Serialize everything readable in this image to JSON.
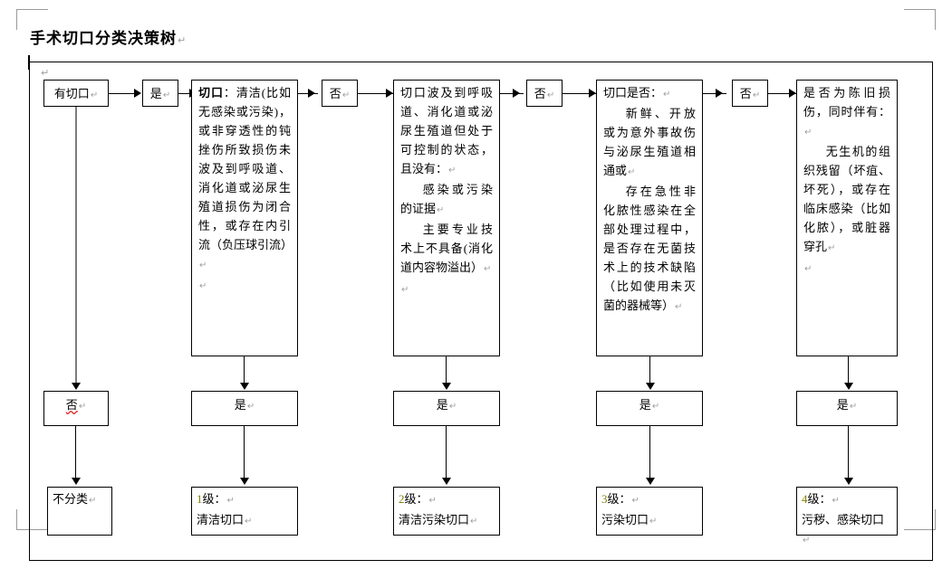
{
  "document": {
    "title": "手术切口分类决策树",
    "paragraph_mark": "↵"
  },
  "flow": {
    "start_node": {
      "label": "有切口",
      "mark": "↵"
    },
    "yes_label": "是",
    "no_label": "否",
    "branch_labels": {
      "start_yes": "是",
      "step1_no": "否",
      "step2_no": "否",
      "step3_no": "否",
      "start_no": "否"
    },
    "criteria": [
      {
        "id": "criterion-1",
        "bold_lead": "切口",
        "paragraphs": [
          {
            "text": "切口：清洁(比如无感染或污染)，或非穿透性的钝挫伤所致损伤未波及到呼吸道、消化道或泌尿生殖道损伤为闭合性，或存在内引流（负压球引流）",
            "indent": false,
            "mark": "↵"
          },
          {
            "text": "",
            "indent": false,
            "mark": "↵"
          }
        ]
      },
      {
        "id": "criterion-2",
        "paragraphs": [
          {
            "text": "切口波及到呼吸道、消化道或泌尿生殖道但处于可控制的状态，且没有：",
            "indent": false,
            "mark": "↵"
          },
          {
            "text": "感染或污染的证据",
            "indent": true,
            "mark": "↵"
          },
          {
            "text": "主要专业技术上不具备(消化道内容物溢出）",
            "indent": true,
            "mark": "↵"
          },
          {
            "text": "",
            "indent": false,
            "mark": "↵"
          }
        ]
      },
      {
        "id": "criterion-3",
        "paragraphs": [
          {
            "text": "切口是否：",
            "indent": false,
            "mark": "↵"
          },
          {
            "text": "新鲜、开放或为意外事故伤与泌尿生殖道相通或",
            "indent": true,
            "mark": "↵"
          },
          {
            "text": "存在急性非化脓性感染在全部处理过程中，是否存在无菌技术上的技术缺陷（比如使用未灭菌的器械等）",
            "indent": true,
            "mark": "↵"
          }
        ]
      },
      {
        "id": "criterion-4",
        "paragraphs": [
          {
            "text": "是否为陈旧损伤，同时伴有：",
            "indent": false,
            "mark": "↵"
          },
          {
            "text": "无生机的组织残留（坏疽、坏死），或存在临床感染（比如化脓），或脏器穿孔",
            "indent": true,
            "mark": "↵"
          },
          {
            "text": "",
            "indent": false,
            "mark": "↵"
          }
        ]
      }
    ],
    "gates": [
      {
        "id": "gate-no-start",
        "label": "否",
        "spellcheck_error": true,
        "mark": "↵"
      },
      {
        "id": "gate-yes-1",
        "label": "是",
        "spellcheck_error": false,
        "mark": "↵"
      },
      {
        "id": "gate-yes-2",
        "label": "是",
        "spellcheck_error": false,
        "mark": "↵"
      },
      {
        "id": "gate-yes-3",
        "label": "是",
        "spellcheck_error": false,
        "mark": "↵"
      },
      {
        "id": "gate-yes-4",
        "label": "是",
        "spellcheck_error": false,
        "mark": "↵"
      }
    ],
    "results": [
      {
        "id": "result-unclassified",
        "grade": "",
        "grade_suffix": "",
        "name": "不分类",
        "mark": "↵"
      },
      {
        "id": "result-grade-1",
        "grade": "1",
        "grade_suffix": "级：",
        "name": "清洁切口",
        "mark": "↵"
      },
      {
        "id": "result-grade-2",
        "grade": "2",
        "grade_suffix": "级：",
        "name": "清洁污染切口",
        "mark": "↵"
      },
      {
        "id": "result-grade-3",
        "grade": "3",
        "grade_suffix": "级：",
        "name": "污染切口",
        "mark": "↵"
      },
      {
        "id": "result-grade-4",
        "grade": "4",
        "grade_suffix": "级：",
        "name": "污秽、感染切口",
        "mark": "↵"
      }
    ]
  },
  "colors": {
    "grade_number": "#7f7f00",
    "spellcheck_underline": "#e02020",
    "border": "#000000",
    "page_mark": "#9a9a9a",
    "pilcrow": "#9aa0a6"
  }
}
